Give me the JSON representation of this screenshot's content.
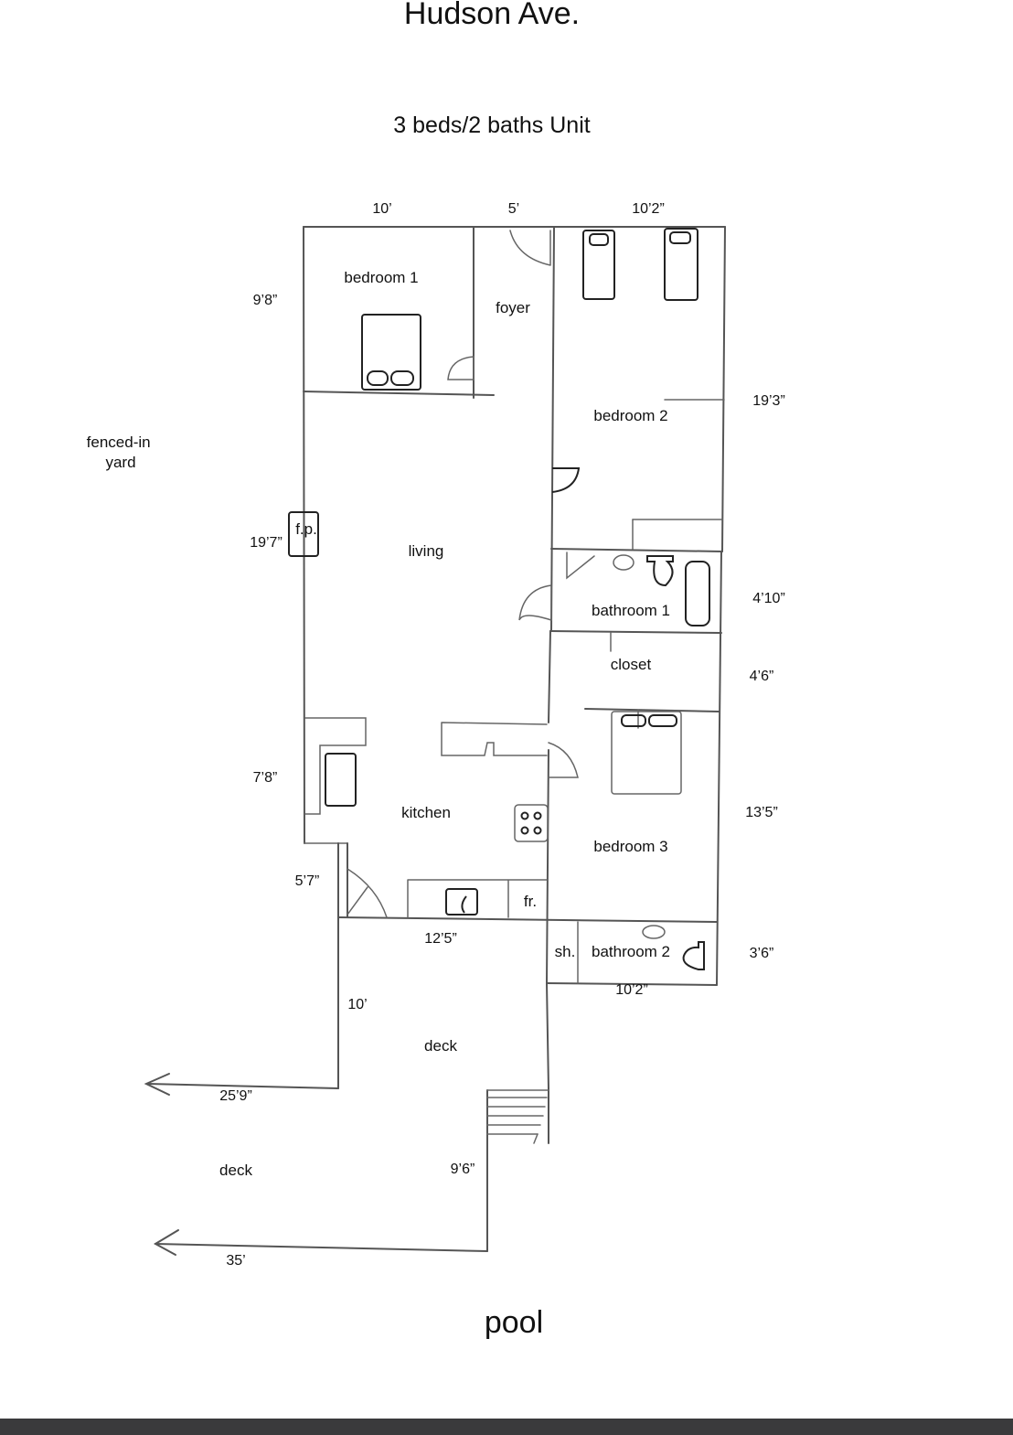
{
  "title": "Hudson Ave.",
  "subtitle": "3 beds/2 baths Unit",
  "bottom_label": "pool",
  "rooms": {
    "bedroom1": "bedroom 1",
    "foyer": "foyer",
    "bedroom2": "bedroom 2",
    "living": "living",
    "fireplace": "f.p.",
    "bathroom1": "bathroom 1",
    "closet": "closet",
    "kitchen": "kitchen",
    "fridge": "fr.",
    "bedroom3": "bedroom 3",
    "shower": "sh.",
    "bathroom2": "bathroom 2",
    "deck_upper": "deck",
    "deck_lower": "deck",
    "yard": [
      "fenced-in",
      "yard"
    ]
  },
  "dimensions": {
    "top_left": "10’",
    "top_mid": "5’",
    "top_right": "10’2”",
    "bedroom1_height": "9’8”",
    "bedroom2_height": "19’3”",
    "living_height": "19’7”",
    "bathroom1_height": "4’10”",
    "closet_height": "4’6”",
    "kitchen_height": "7’8”",
    "bedroom3_height": "13’5”",
    "entry_width": "5’7”",
    "bathroom2_height": "3’6”",
    "kitchen_width": "12’5”",
    "bathroom2_width": "10’2”",
    "deck_depth": "10’",
    "deck_upper_width": "25’9”",
    "stairs_depth": "9’6”",
    "deck_lower_width": "35’"
  }
}
